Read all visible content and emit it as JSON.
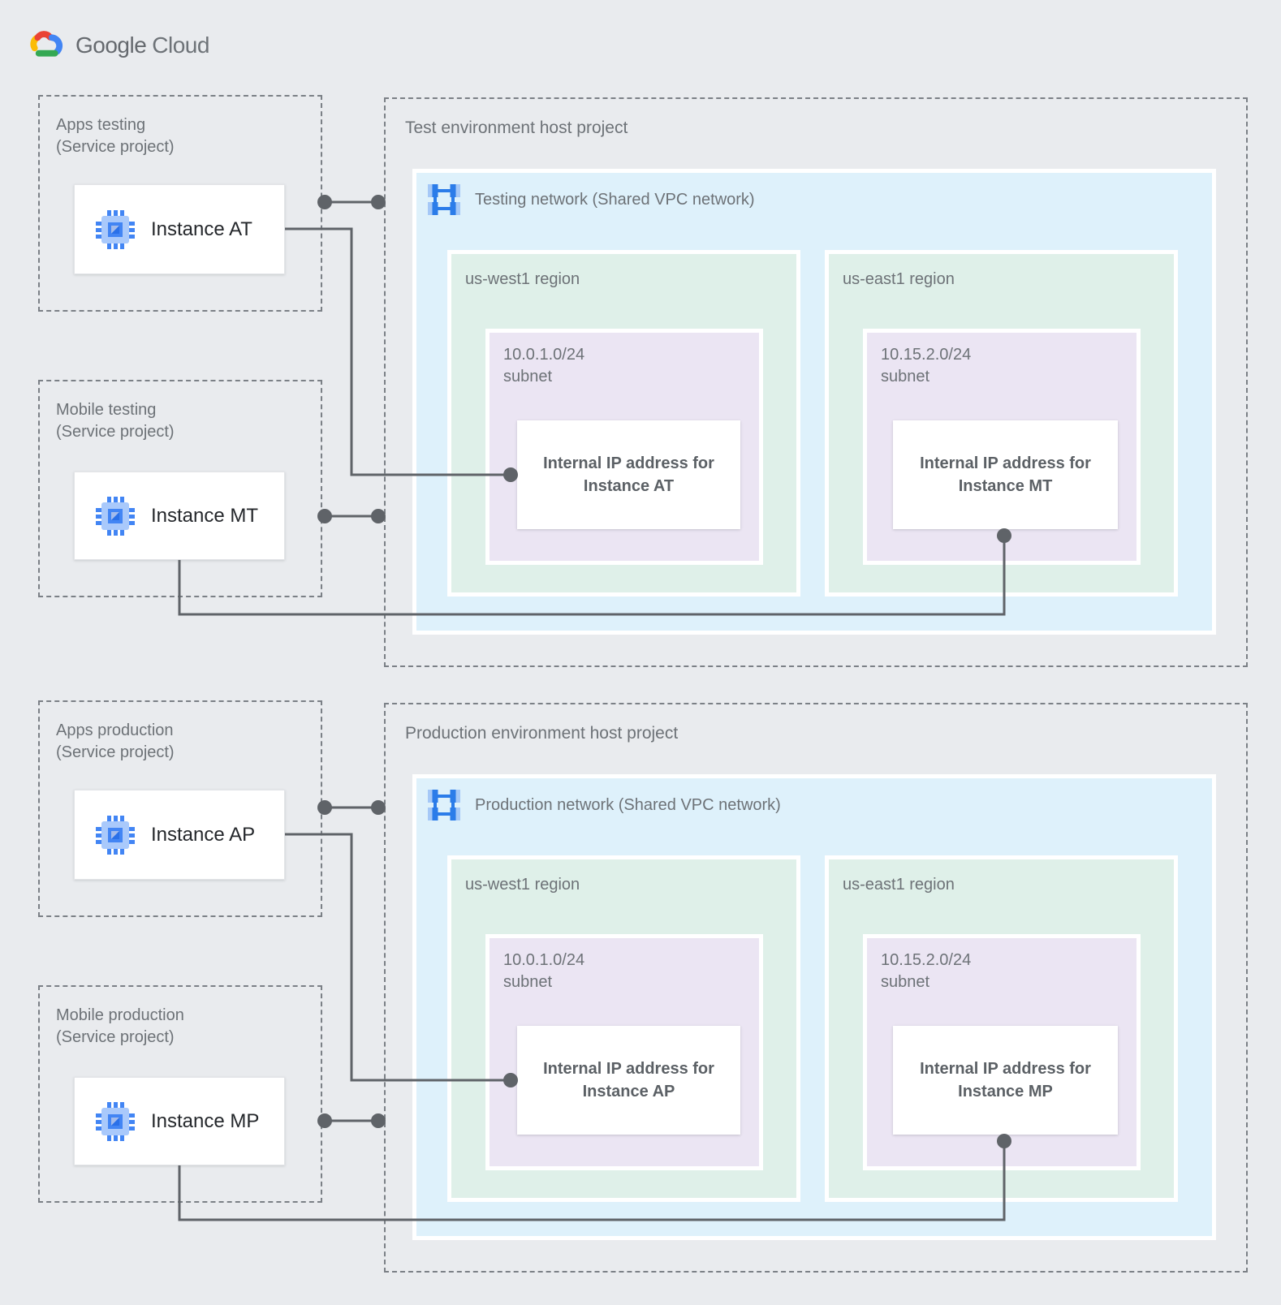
{
  "logo": {
    "brand": "Google",
    "product": "Cloud"
  },
  "colors": {
    "background": "#e9ebee",
    "network_blue": "#def1fb",
    "region_green": "#dff0e9",
    "subnet_purple": "#ebe5f3",
    "connector_gray": "#5f6368",
    "compute_icon_blue": "#4285f4",
    "google_red": "#EA4335",
    "google_yellow": "#FBBC04",
    "google_blue": "#4285F4",
    "google_green": "#34A853"
  },
  "sections": [
    {
      "service_projects": [
        {
          "line1": "Apps testing",
          "line2": "(Service project)",
          "instance": "Instance AT"
        },
        {
          "line1": "Mobile testing",
          "line2": "(Service project)",
          "instance": "Instance MT"
        }
      ],
      "host": {
        "title": "Test environment host project",
        "network_label": "Testing network (Shared VPC network)",
        "regions": [
          {
            "name": "us-west1 region",
            "cidr": "10.0.1.0/24",
            "subnet_word": "subnet",
            "ip1": "Internal IP address for",
            "ip2": "Instance AT"
          },
          {
            "name": "us-east1 region",
            "cidr": "10.15.2.0/24",
            "subnet_word": "subnet",
            "ip1": "Internal IP address for",
            "ip2": "Instance MT"
          }
        ]
      }
    },
    {
      "service_projects": [
        {
          "line1": "Apps production",
          "line2": "(Service project)",
          "instance": "Instance AP"
        },
        {
          "line1": "Mobile production",
          "line2": "(Service project)",
          "instance": "Instance MP"
        }
      ],
      "host": {
        "title": "Production environment host project",
        "network_label": "Production network (Shared VPC network)",
        "regions": [
          {
            "name": "us-west1 region",
            "cidr": "10.0.1.0/24",
            "subnet_word": "subnet",
            "ip1": "Internal IP address for",
            "ip2": "Instance AP"
          },
          {
            "name": "us-east1 region",
            "cidr": "10.15.2.0/24",
            "subnet_word": "subnet",
            "ip1": "Internal IP address for",
            "ip2": "Instance MP"
          }
        ]
      }
    }
  ]
}
